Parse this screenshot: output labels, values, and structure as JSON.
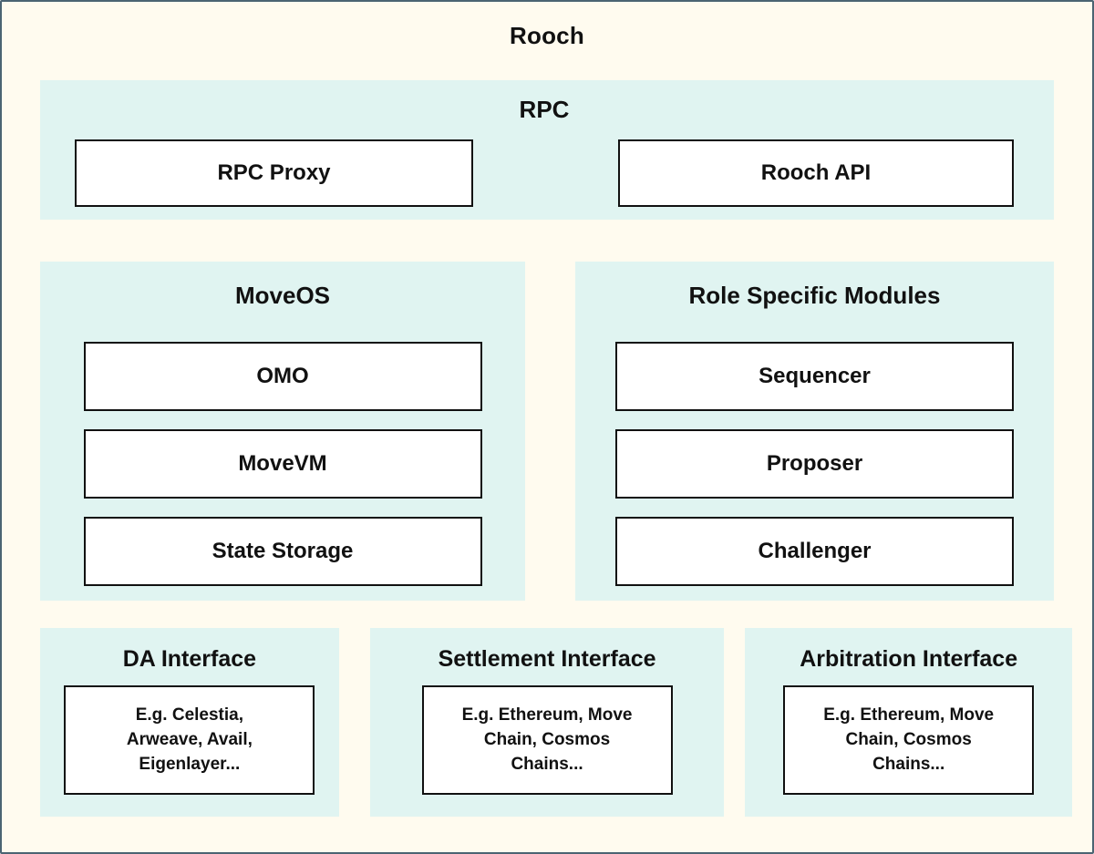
{
  "diagram": {
    "title": "Rooch",
    "colors": {
      "canvas_background": "#FFFBEF",
      "canvas_border": "#4B6472",
      "panel_background": "#E0F4F1",
      "node_background": "#FFFFFF",
      "node_border": "#111111",
      "text": "#111111"
    },
    "sections": {
      "rpc": {
        "title": "RPC",
        "nodes": [
          {
            "label": "RPC Proxy"
          },
          {
            "label": "Rooch API"
          }
        ]
      },
      "moveos": {
        "title": "MoveOS",
        "nodes": [
          {
            "label": "OMO"
          },
          {
            "label": "MoveVM"
          },
          {
            "label": "State Storage"
          }
        ]
      },
      "role_modules": {
        "title": "Role Specific Modules",
        "nodes": [
          {
            "label": "Sequencer"
          },
          {
            "label": "Proposer"
          },
          {
            "label": "Challenger"
          }
        ]
      },
      "da": {
        "title": "DA Interface",
        "note": "E.g. Celestia,\nArweave, Avail,\nEigenlayer..."
      },
      "settlement": {
        "title": "Settlement Interface",
        "note": "E.g. Ethereum, Move\nChain, Cosmos\nChains..."
      },
      "arbitration": {
        "title": "Arbitration Interface",
        "note": "E.g. Ethereum, Move\nChain, Cosmos\nChains..."
      }
    }
  }
}
